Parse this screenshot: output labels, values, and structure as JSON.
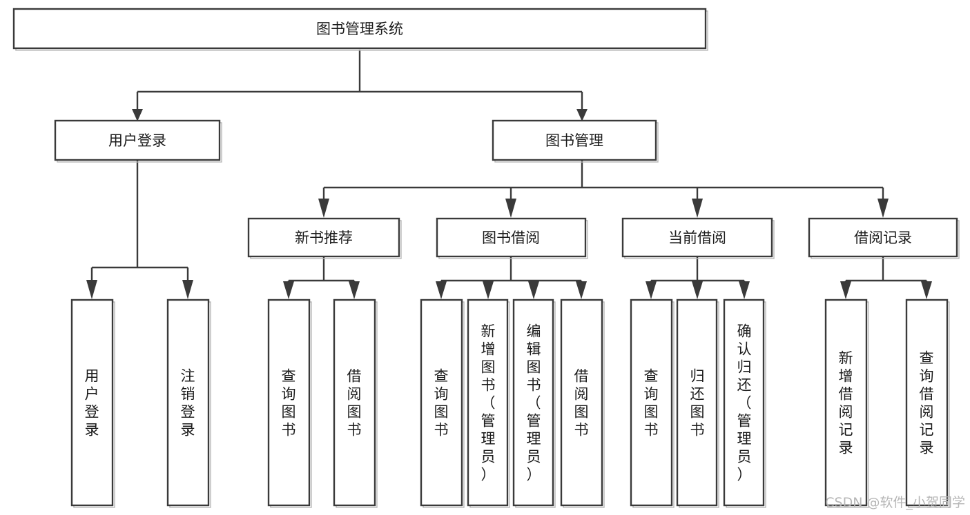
{
  "diagram": {
    "title": "图书管理系统",
    "type": "tree-hierarchy",
    "root_label": "图书管理系统",
    "watermark": "CSDN @软件_小贺同学",
    "colors": {
      "background": "#ffffff",
      "box_stroke": "#3a3a3a",
      "box_fill": "#ffffff",
      "box_shadow": "#b8b8b8",
      "connector": "#3a3a3a",
      "text": "#1b1b1b",
      "watermark": "#b6b6b6"
    },
    "nodes": {
      "root": {
        "label": "图书管理系统"
      },
      "level2": [
        {
          "id": "user-login",
          "label": "用户登录"
        },
        {
          "id": "book-manage",
          "label": "图书管理"
        }
      ],
      "level3": [
        {
          "id": "new-book-recommend",
          "label": "新书推荐"
        },
        {
          "id": "book-borrow",
          "label": "图书借阅"
        },
        {
          "id": "current-borrow",
          "label": "当前借阅"
        },
        {
          "id": "borrow-record",
          "label": "借阅记录"
        }
      ],
      "leaves_user_login": [
        {
          "id": "leaf-user-login",
          "label": "用户登录"
        },
        {
          "id": "leaf-logout-login",
          "label": "注销登录"
        }
      ],
      "leaves_new_book": [
        {
          "id": "leaf-query-book-1",
          "label": "查询图书"
        },
        {
          "id": "leaf-borrow-book-1",
          "label": "借阅图书"
        }
      ],
      "leaves_book_borrow": [
        {
          "id": "leaf-query-book-2",
          "label": "查询图书"
        },
        {
          "id": "leaf-add-book",
          "label": "新增图书（管理员）"
        },
        {
          "id": "leaf-edit-book",
          "label": "编辑图书（管理员）"
        },
        {
          "id": "leaf-borrow-book-2",
          "label": "借阅图书"
        }
      ],
      "leaves_current_borrow": [
        {
          "id": "leaf-query-book-3",
          "label": "查询图书"
        },
        {
          "id": "leaf-return-book",
          "label": "归还图书"
        },
        {
          "id": "leaf-confirm-return",
          "label": "确认归还（管理员）"
        }
      ],
      "leaves_borrow_record": [
        {
          "id": "leaf-add-record",
          "label": "新增借阅记录"
        },
        {
          "id": "leaf-query-record",
          "label": "查询借阅记录"
        }
      ]
    },
    "edges": [
      {
        "from": "图书管理系统",
        "to": "用户登录"
      },
      {
        "from": "图书管理系统",
        "to": "图书管理"
      },
      {
        "from": "用户登录",
        "to": "用户登录"
      },
      {
        "from": "用户登录",
        "to": "注销登录"
      },
      {
        "from": "图书管理",
        "to": "新书推荐"
      },
      {
        "from": "图书管理",
        "to": "图书借阅"
      },
      {
        "from": "图书管理",
        "to": "当前借阅"
      },
      {
        "from": "图书管理",
        "to": "借阅记录"
      },
      {
        "from": "新书推荐",
        "to": "查询图书"
      },
      {
        "from": "新书推荐",
        "to": "借阅图书"
      },
      {
        "from": "图书借阅",
        "to": "查询图书"
      },
      {
        "from": "图书借阅",
        "to": "新增图书（管理员）"
      },
      {
        "from": "图书借阅",
        "to": "编辑图书（管理员）"
      },
      {
        "from": "图书借阅",
        "to": "借阅图书"
      },
      {
        "from": "当前借阅",
        "to": "查询图书"
      },
      {
        "from": "当前借阅",
        "to": "归还图书"
      },
      {
        "from": "当前借阅",
        "to": "确认归还（管理员）"
      },
      {
        "from": "借阅记录",
        "to": "新增借阅记录"
      },
      {
        "from": "借阅记录",
        "to": "查询借阅记录"
      }
    ]
  }
}
